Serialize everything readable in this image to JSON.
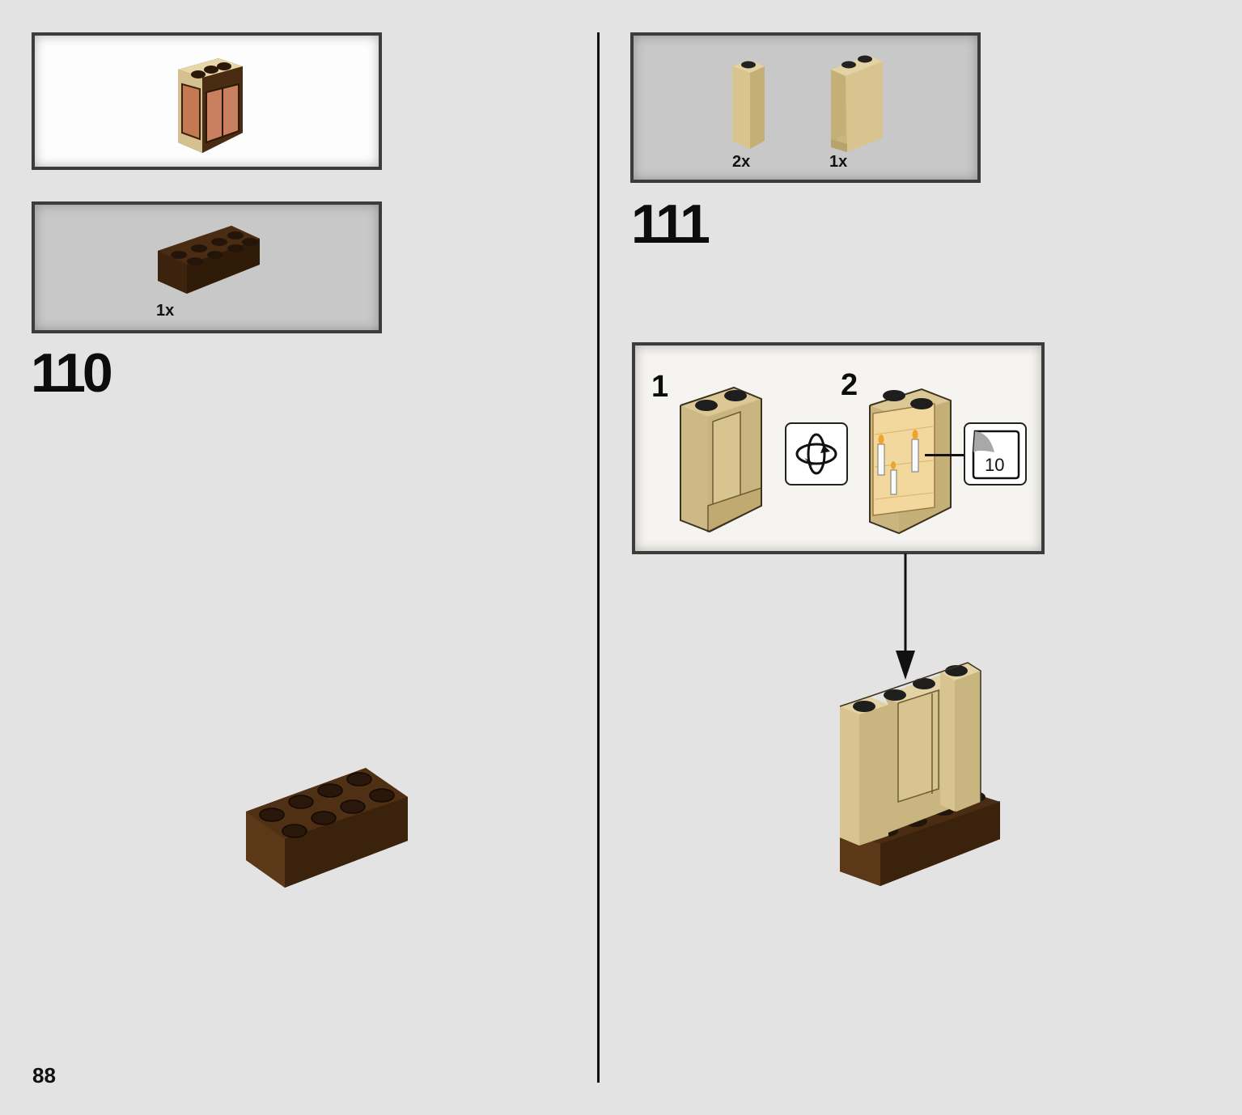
{
  "page": {
    "number": "88"
  },
  "step110": {
    "number": "110",
    "parts": [
      {
        "qty": "1x",
        "part": "brick-2x4-dark-brown-icon"
      }
    ]
  },
  "step111": {
    "number": "111",
    "parts": [
      {
        "qty": "2x",
        "part": "brick-1x1x3-tan-icon"
      },
      {
        "qty": "1x",
        "part": "panel-1x2x3-tan-icon"
      }
    ],
    "subassembly": {
      "steps": [
        "1",
        "2"
      ],
      "rotate_icon": "rotate-icon",
      "sticker_number": "10"
    }
  },
  "colors": {
    "background": "#e3e3e3",
    "tan": "#d8c48f",
    "dark_brown": "#4a2c12",
    "reddish_brown": "#b56a43"
  }
}
